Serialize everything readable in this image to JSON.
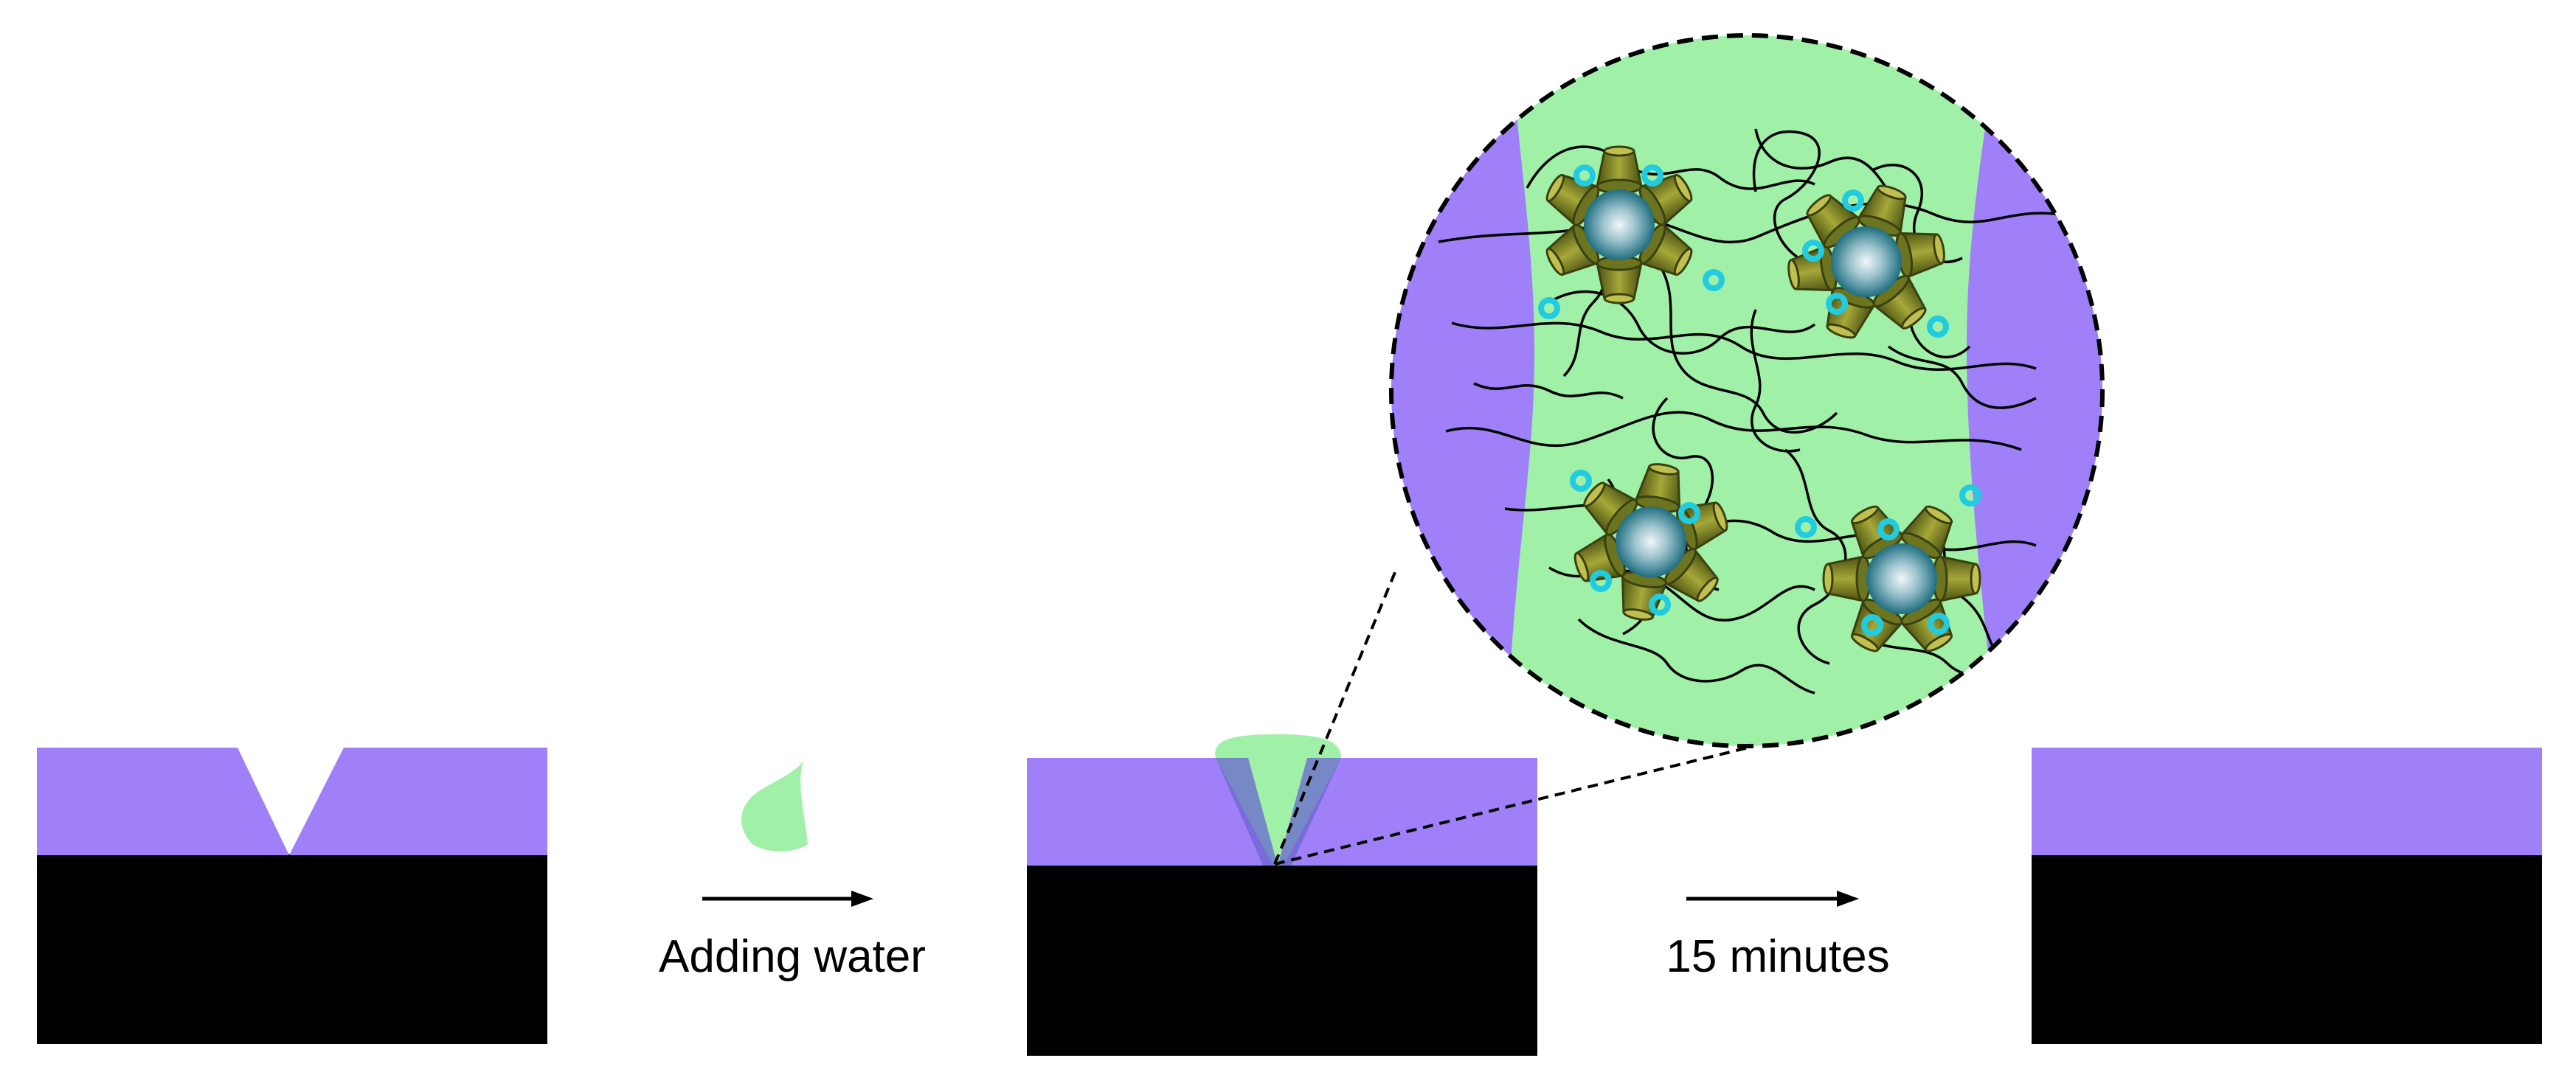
{
  "steps": [
    {
      "id": "damaged",
      "label": ""
    },
    {
      "id": "healing",
      "label": ""
    },
    {
      "id": "healed",
      "label": ""
    }
  ],
  "arrows": [
    {
      "label": "Adding water"
    },
    {
      "label": "15 minutes"
    }
  ],
  "colors": {
    "coating": "#A080F8",
    "substrate": "#000000",
    "water": "#A0F0A8",
    "nanoparticle": "#2A7A8A",
    "cyclodextrin": "#8C8C1E",
    "guest_group": "#22CCE0",
    "polymer_chain": "#000000"
  },
  "zoom_inset": {
    "components": [
      "polymer-chain",
      "nanoparticle",
      "cyclodextrin",
      "guest-group"
    ],
    "nanoparticle_count": 4
  }
}
